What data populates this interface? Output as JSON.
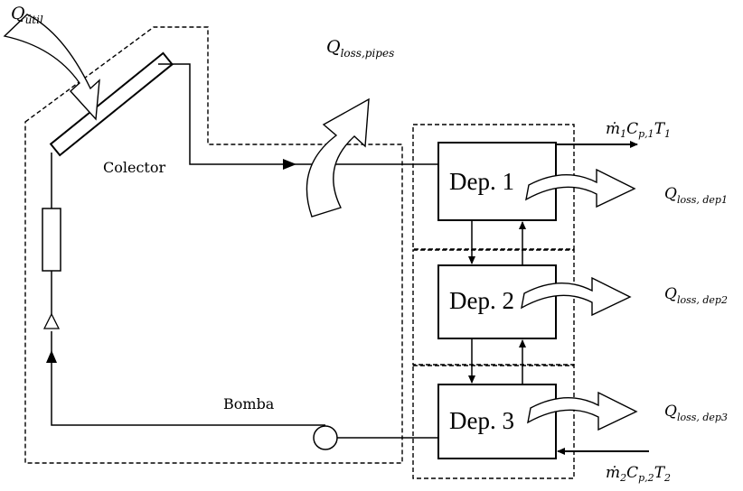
{
  "labels": {
    "q_util_main": "Q",
    "q_util_sub": "útil",
    "q_loss_pipes_main": "Q",
    "q_loss_pipes_sub": "loss,pipes",
    "colector": "Colector",
    "bomba": "Bomba",
    "dep1": "Dep. 1",
    "dep2": "Dep. 2",
    "dep3": "Dep. 3",
    "q_loss_dep1_main": "Q",
    "q_loss_dep1_sub": "loss, dep1",
    "q_loss_dep2_main": "Q",
    "q_loss_dep2_sub": "loss, dep2",
    "q_loss_dep3_main": "Q",
    "q_loss_dep3_sub": "loss, dep3",
    "out_flow": {
      "m": "ṁ",
      "m_sub": "1",
      "c": "C",
      "c_sub": "p,1",
      "t": "T",
      "t_sub": "1"
    },
    "in_flow": {
      "m": "ṁ",
      "m_sub": "2",
      "c": "C",
      "c_sub": "p,2",
      "t": "T",
      "t_sub": "2"
    }
  }
}
